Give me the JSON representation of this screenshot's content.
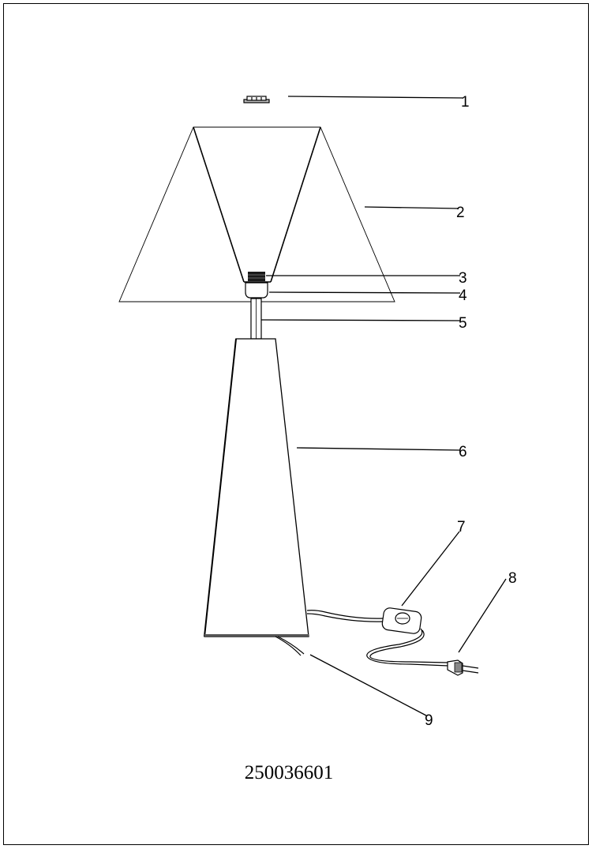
{
  "diagram": {
    "callouts": [
      {
        "id": "1",
        "label": "1"
      },
      {
        "id": "2",
        "label": "2"
      },
      {
        "id": "3",
        "label": "3"
      },
      {
        "id": "4",
        "label": "4"
      },
      {
        "id": "5",
        "label": "5"
      },
      {
        "id": "6",
        "label": "6"
      },
      {
        "id": "7",
        "label": "7"
      },
      {
        "id": "8",
        "label": "8"
      },
      {
        "id": "9",
        "label": "9"
      }
    ],
    "product_code": "250036601"
  }
}
